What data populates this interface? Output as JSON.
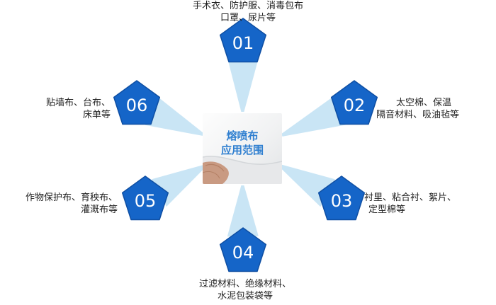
{
  "center": {
    "line1": "熔喷布",
    "line2": "应用范围"
  },
  "colors": {
    "badge": "#1565c8",
    "beam": "#bfe0f3",
    "text": "#222222",
    "center_text": "#2f7fd0"
  },
  "nodes": [
    {
      "number": "01",
      "lines": [
        "手术衣、防护服、消毒包布",
        "口罩、尿片等"
      ]
    },
    {
      "number": "02",
      "lines": [
        "太空棉、保温",
        "隔音材料、吸油毡等"
      ]
    },
    {
      "number": "03",
      "lines": [
        "衬里、粘合衬、絮片、",
        "定型棉等"
      ]
    },
    {
      "number": "04",
      "lines": [
        "过滤材料、绝缘材料、",
        "水泥包装袋等"
      ]
    },
    {
      "number": "05",
      "lines": [
        "作物保护布、育秧布、",
        "灌溉布等"
      ]
    },
    {
      "number": "06",
      "lines": [
        "贴墙布、台布、",
        "床单等"
      ]
    }
  ]
}
